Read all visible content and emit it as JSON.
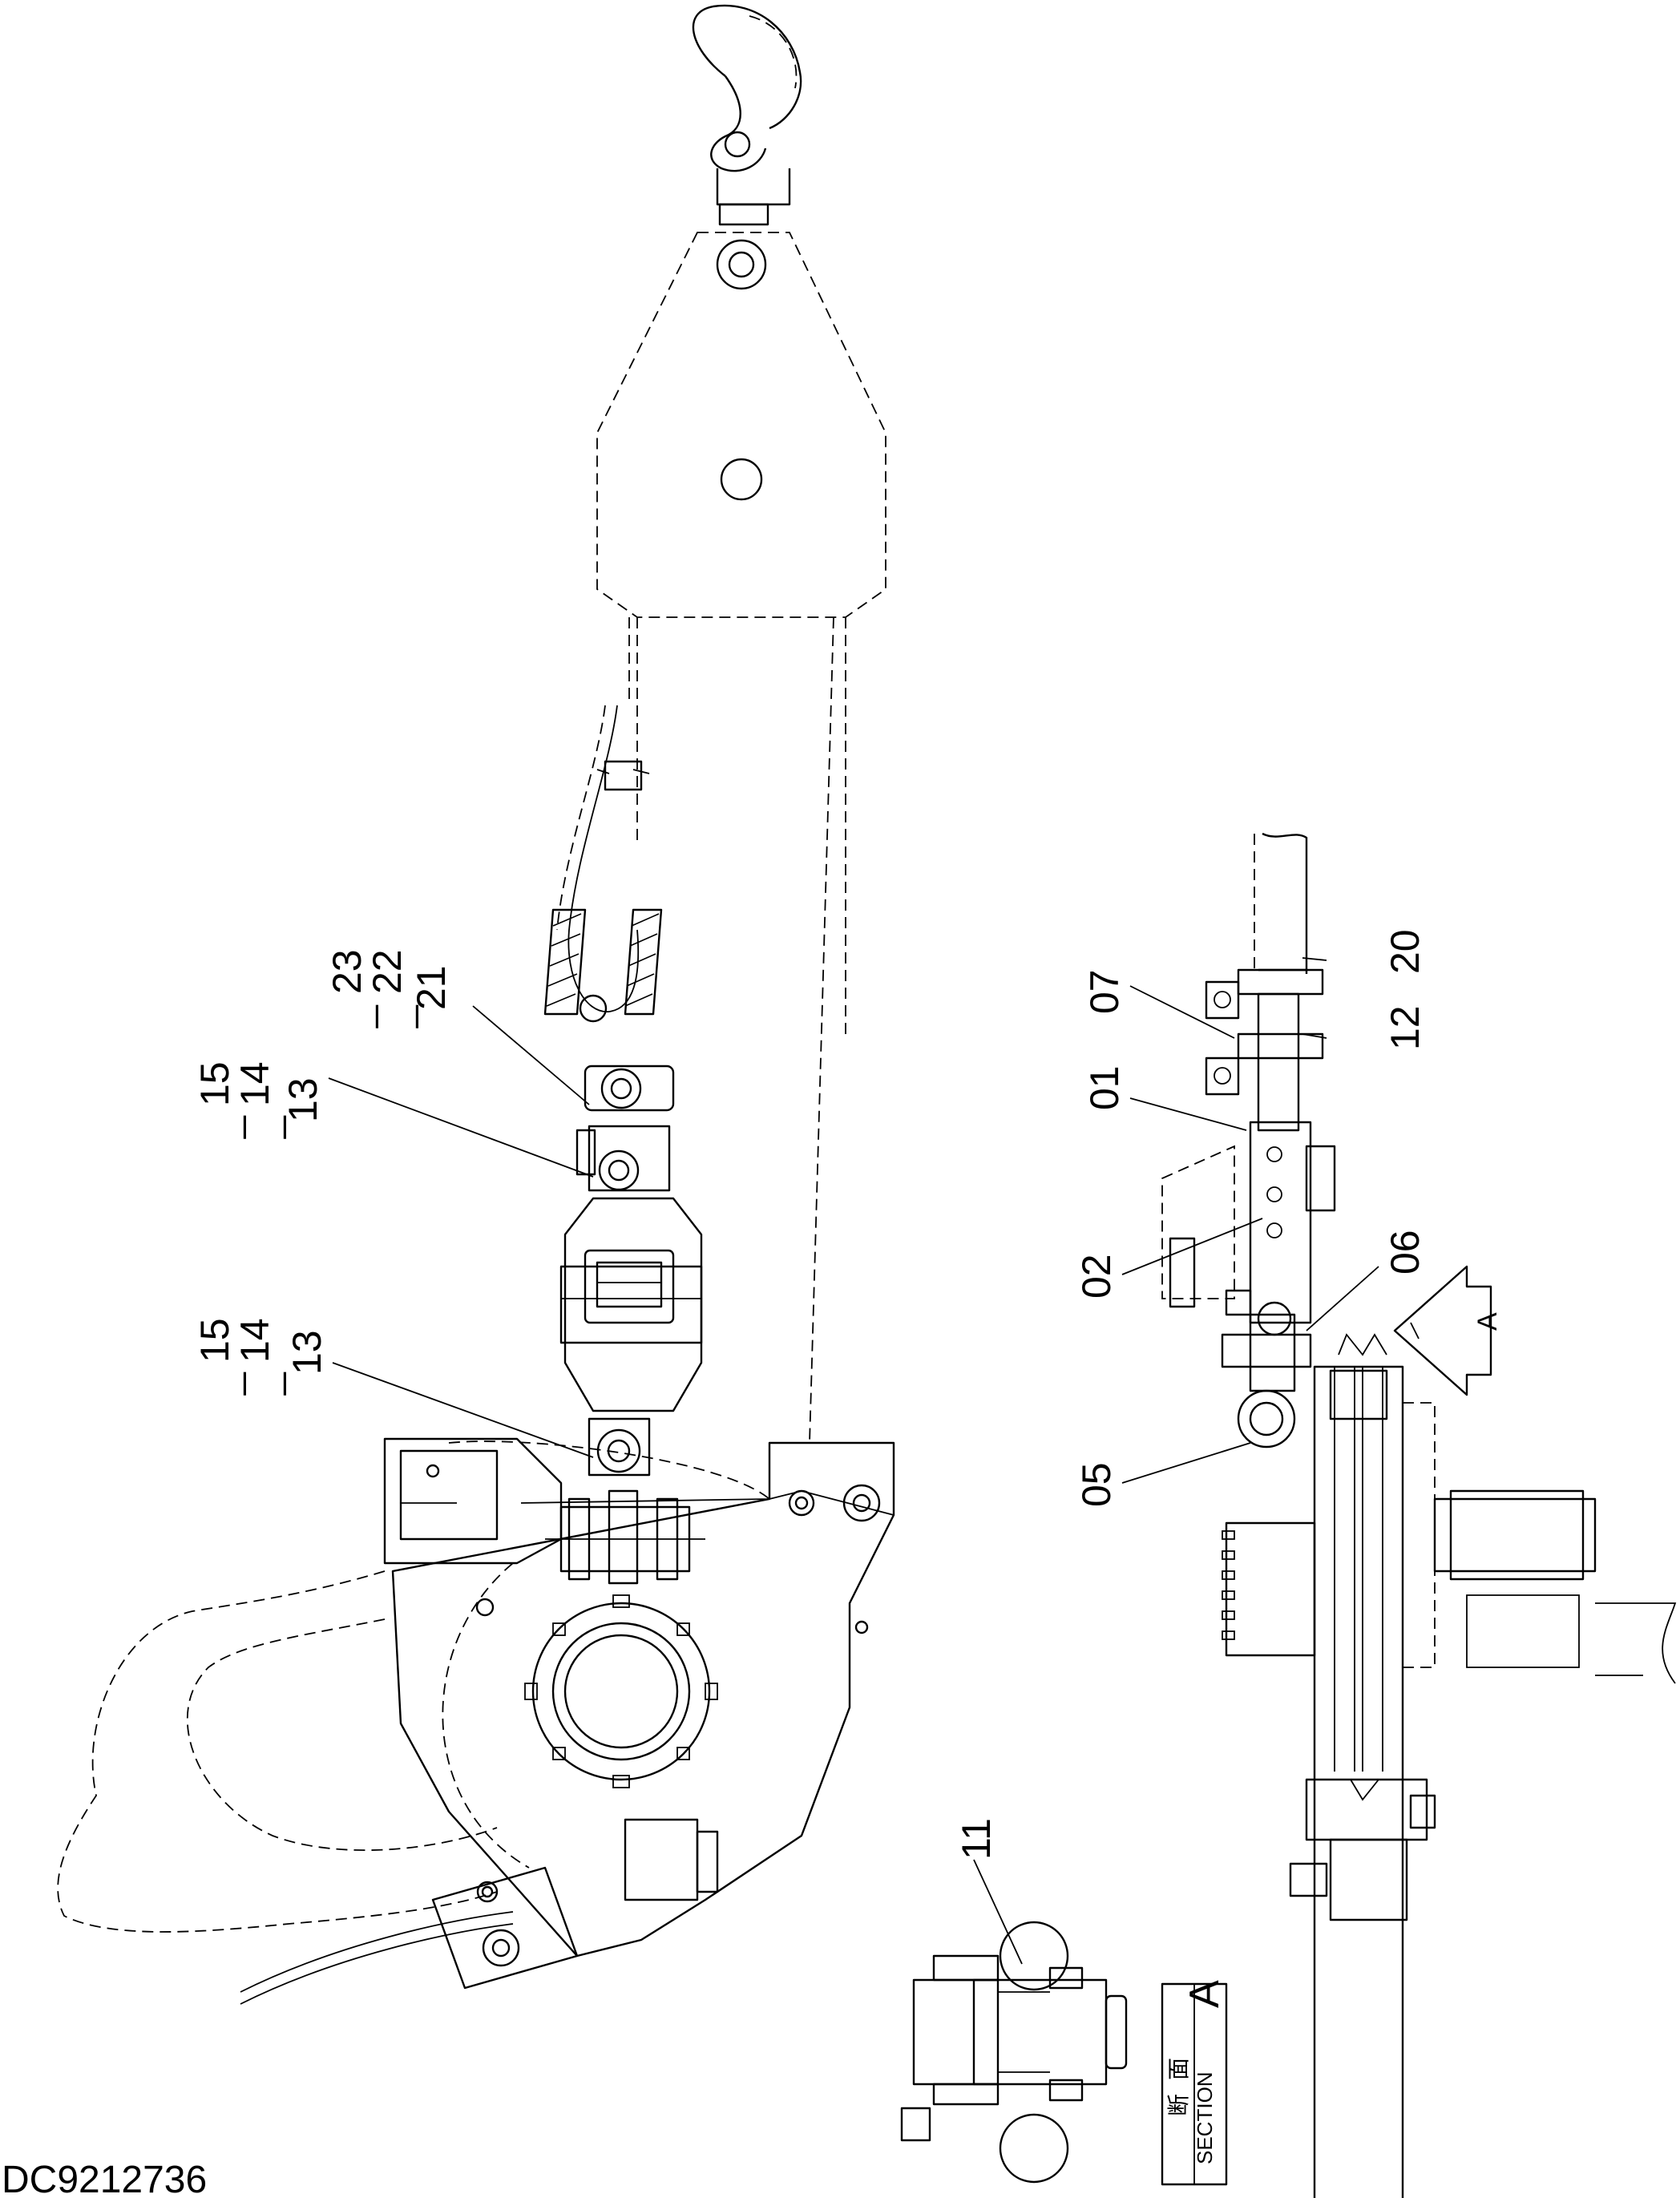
{
  "drawing_code": "DC9212736",
  "callouts": {
    "c23": "23",
    "c22": "22",
    "c21": "21",
    "c15a": "15",
    "c14a": "14",
    "c13a": "13",
    "c15b": "15",
    "c14b": "14",
    "c13b": "13",
    "c20": "20",
    "c07": "07",
    "c12": "12",
    "c01": "01",
    "c02": "02",
    "c06": "06",
    "c05": "05",
    "c11": "11",
    "dash": "_"
  },
  "section_view": {
    "letter": "A",
    "label_jp_1": "断",
    "label_jp_2": "面",
    "label_en": "SECTION"
  },
  "section_arrow": {
    "letter": "A"
  }
}
